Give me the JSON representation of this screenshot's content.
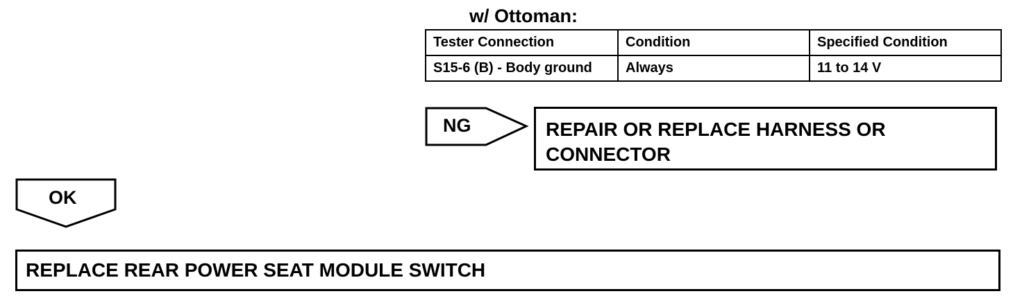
{
  "section_title": "w/ Ottoman:",
  "table": {
    "headers": [
      "Tester Connection",
      "Condition",
      "Specified Condition"
    ],
    "rows": [
      [
        "S15-6 (B) - Body ground",
        "Always",
        "11 to 14 V"
      ]
    ]
  },
  "ng_branch": {
    "label": "NG",
    "action_line1": "REPAIR OR REPLACE HARNESS OR",
    "action_line2": "CONNECTOR"
  },
  "ok_branch": {
    "label": "OK",
    "action": "REPLACE REAR POWER SEAT MODULE SWITCH"
  }
}
